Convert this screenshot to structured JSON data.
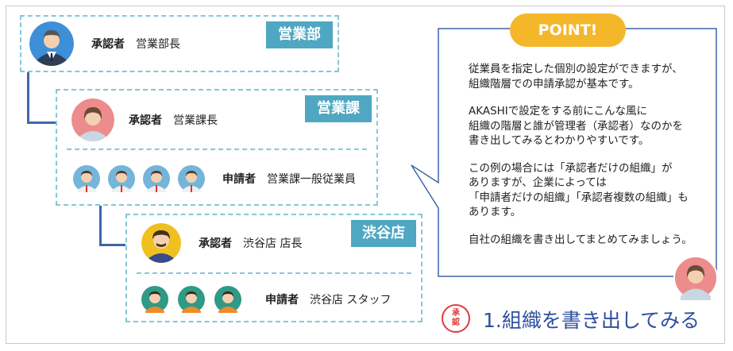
{
  "boxes": {
    "sales_dept": {
      "tag": "営業部",
      "approver_label": "承認者",
      "approver_value": "営業部長"
    },
    "sales_section": {
      "tag": "営業課",
      "approver_label": "承認者",
      "approver_value": "営業課長",
      "applicant_label": "申請者",
      "applicant_value": "営業課一般従業員"
    },
    "shibuya_store": {
      "tag": "渋谷店",
      "approver_label": "承認者",
      "approver_value": "渋谷店 店長",
      "applicant_label": "申請者",
      "applicant_value": "渋谷店 スタッフ"
    }
  },
  "callout": {
    "badge": "POINT!",
    "paragraphs": [
      "従業員を指定した個別の設定ができますが、\n組織階層での申請承認が基本です。",
      "AKASHIで設定をする前にこんな風に\n組織の階層と誰が管理者（承認者）なのかを\n書き出してみるとわかりやすいです。",
      "この例の場合には「承認者だけの組織」が\nありますが、企業によっては\n「申請者だけの組織」「承認者複数の組織」も\nあります。",
      "自社の組織を書き出してまとめてみましょう。"
    ]
  },
  "stamp": {
    "line1": "承",
    "line2": "認"
  },
  "step_title": "1.組織を書き出してみる",
  "colors": {
    "tag_bg": "#4fa7c2",
    "dashed_border": "#86c7d6",
    "connector": "#3f67a8",
    "point_badge": "#f5b72a",
    "title_text": "#2f4f9e",
    "stamp_red": "#e03b3b"
  }
}
